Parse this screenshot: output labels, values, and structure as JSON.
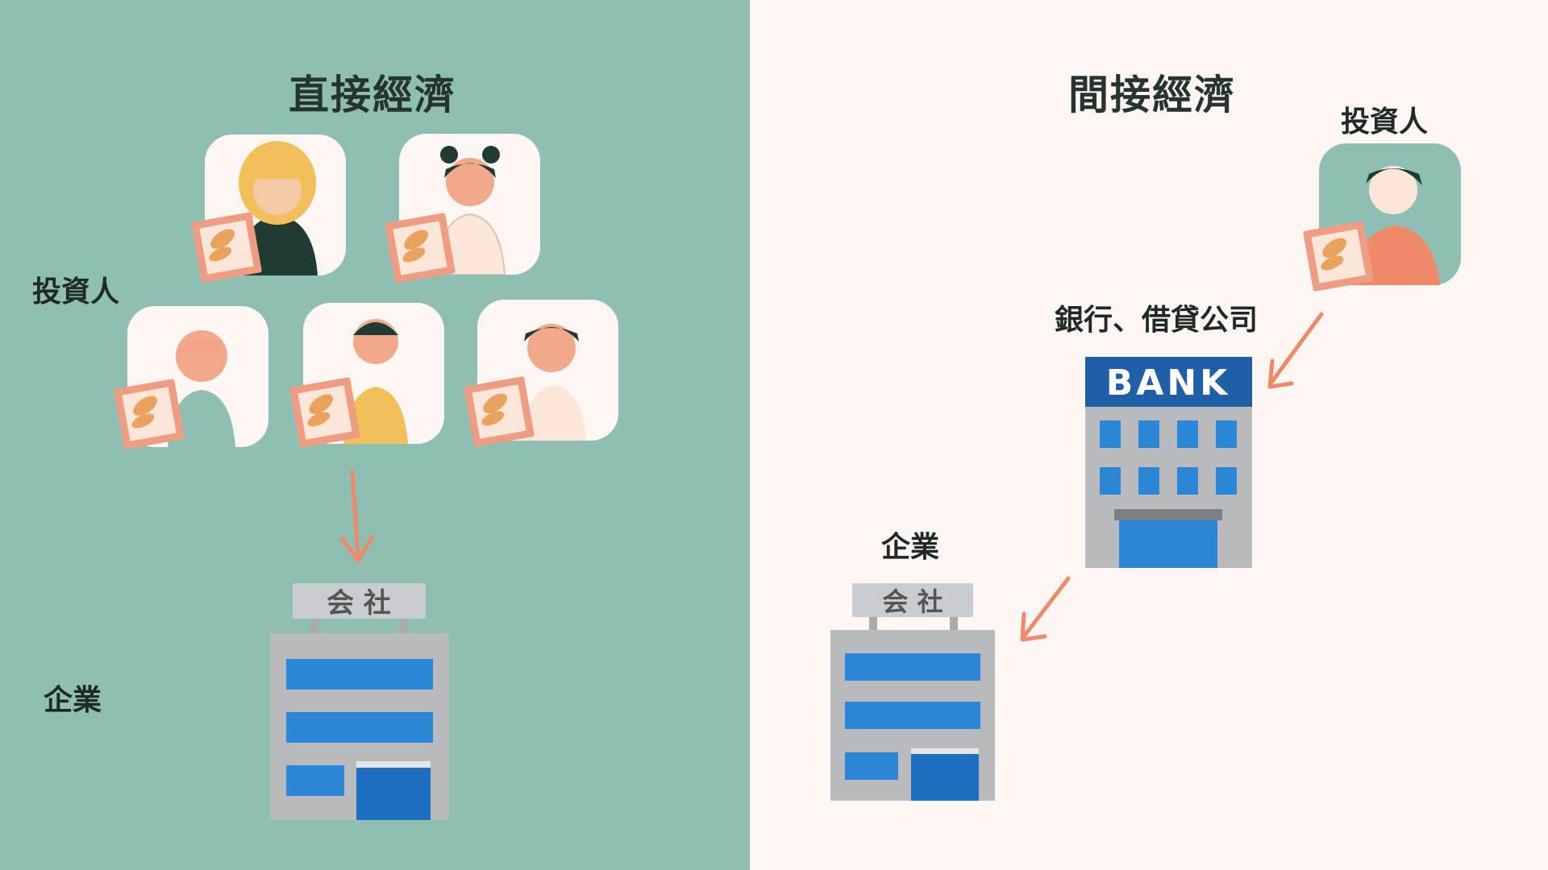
{
  "left": {
    "title": "直接經濟",
    "investor_label": "投資人",
    "company_label": "企業",
    "company_sign": "会 社"
  },
  "right": {
    "title": "間接經濟",
    "investor_label": "投資人",
    "bank_label": "銀行、借貸公司",
    "bank_sign": "BANK",
    "company_label": "企業",
    "company_sign": "会 社"
  },
  "colors": {
    "left_bg": "#8fbfb3",
    "right_bg": "#fdf6f2",
    "arrow": "#ee8a6a",
    "bank_blue": "#1f5fa8",
    "window_blue": "#2b86d6"
  }
}
